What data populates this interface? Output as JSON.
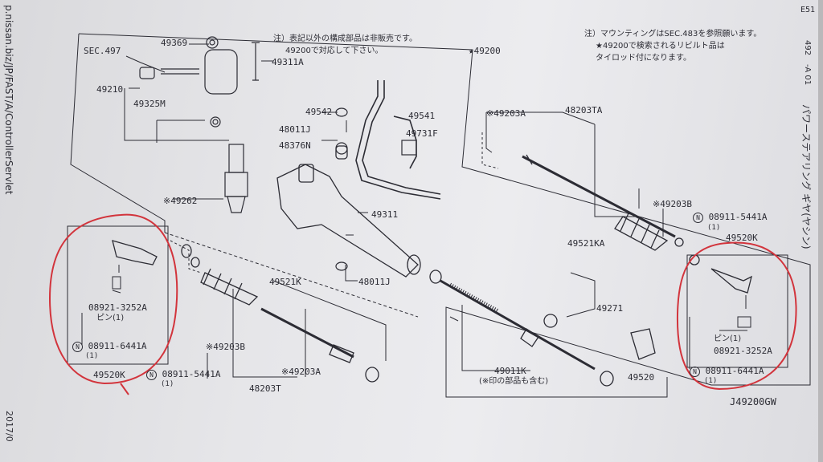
{
  "side_url": "p.nissan.biz/JP/FAST/A/ControllerServlet",
  "side_date": "2017/0",
  "top_right_codes": [
    "E51",
    "492",
    "-A 01"
  ],
  "vertical_title": "パワーステアリング ギヤ(ヤシン)",
  "note_left": [
    "注）表記以外の構成部品は非販売です。",
    "49200で対応して下さい。"
  ],
  "note_right": [
    "注）マウンティングはSEC.483を参照願います。",
    "★49200で検索されるリビルト品は",
    "タイロッド付になります。"
  ],
  "diagram_id": "J49200GW",
  "labels": {
    "sec497": "SEC.497",
    "p49369": "49369",
    "p49311A": "49311A",
    "p49200": "★49200",
    "p49210": "49210",
    "p49325M": "49325M",
    "p49542": "49542",
    "p49541": "49541",
    "p48011J_a": "48011J",
    "p48376N": "48376N",
    "p49731F": "49731F",
    "p49203A_top": "※49203A",
    "p48203TA": "48203TA",
    "p49262": "※49262",
    "p49311": "49311",
    "p49203B_r": "※49203B",
    "p08911_r1": "08911-5441A",
    "p08911_r1_qty": "(1)",
    "p49521KA": "49521KA",
    "p49520K_r": "49520K",
    "p48011J_b": "48011J",
    "p49521K": "49521K",
    "p49271": "49271",
    "p08921_l": "08921-3252A",
    "p08921_l_sub": "ピン(1)",
    "p08911_l2": "08911-6441A",
    "p08911_l2_qty": "(1)",
    "p49520K_l": "49520K",
    "p49203B_l": "※49203B",
    "p08911_l1": "08911-5441A",
    "p08911_l1_qty": "(1)",
    "p49203A_bot": "※49203A",
    "p48203T": "48203T",
    "p49011K": "49011K",
    "p49011K_note": "(※印の部品も含む)",
    "p49520": "49520",
    "p08921_r": "08921-3252A",
    "p08921_r_sub": "ピン(1)",
    "p08911_r2": "08911-6441A",
    "p08911_r2_qty": "(1)"
  },
  "colors": {
    "ink": "#2c2c34",
    "circle": "#d2343c",
    "paper": "#e6e6e9"
  }
}
